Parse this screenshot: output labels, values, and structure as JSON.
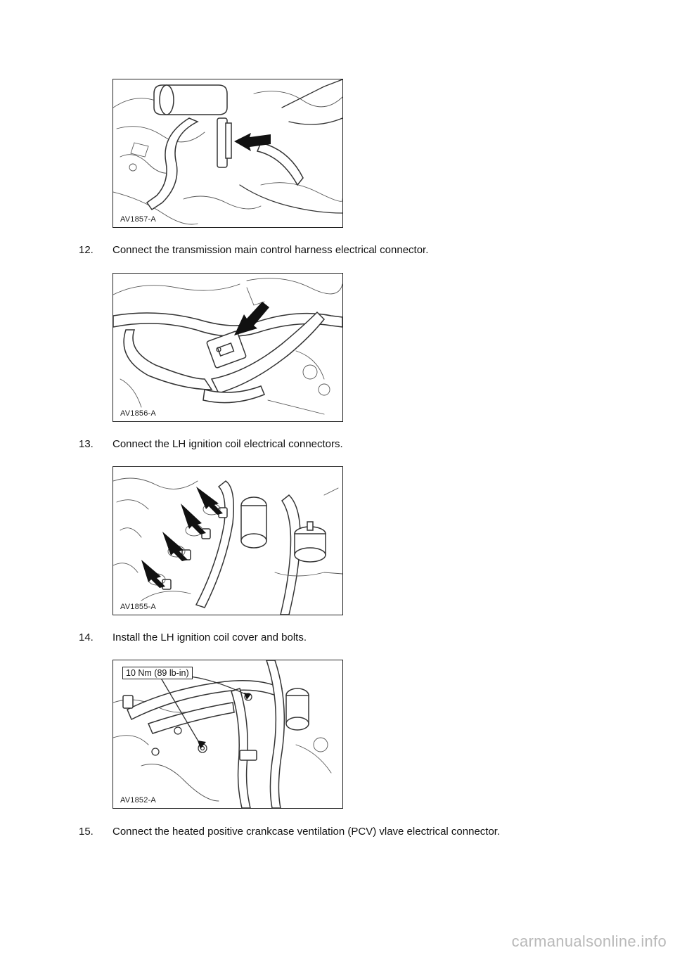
{
  "figures": [
    {
      "code": "AV1857-A"
    },
    {
      "code": "AV1856-A"
    },
    {
      "code": "AV1855-A"
    },
    {
      "code": "AV1852-A",
      "torque_label": "10 Nm (89 lb-in)"
    }
  ],
  "steps": [
    {
      "number": "12.",
      "text": "Connect the transmission main control harness electrical connector."
    },
    {
      "number": "13.",
      "text": "Connect the LH ignition coil electrical connectors."
    },
    {
      "number": "14.",
      "text": "Install the LH ignition coil cover and bolts."
    },
    {
      "number": "15.",
      "text": "Connect the heated positive crankcase ventilation (PCV) vlave electrical connector."
    }
  ],
  "watermark": "carmanualsonline.info"
}
